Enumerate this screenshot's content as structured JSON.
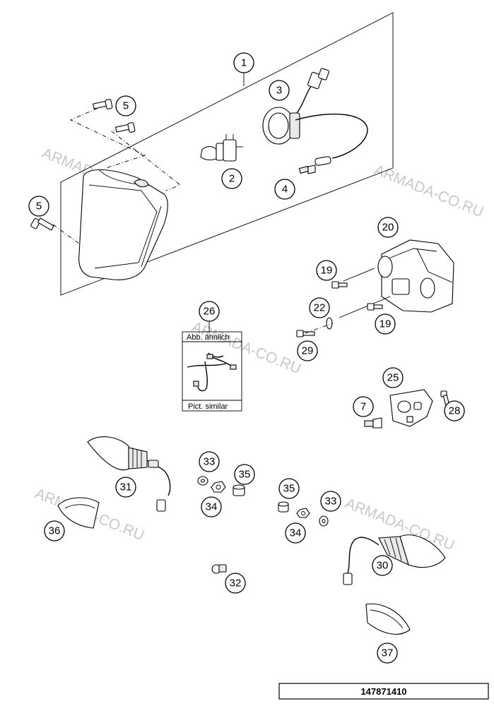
{
  "watermarks": [
    "ARMADA-CO.RU",
    "ARMADA-CO.RU",
    "ARMADA-CO.RU",
    "ARMADA-CO.RU",
    "ARMADA-CO.RU"
  ],
  "callouts": [
    "1",
    "2",
    "3",
    "4",
    "5",
    "5",
    "20",
    "19",
    "22",
    "19",
    "29",
    "26",
    "25",
    "7",
    "28",
    "31",
    "33",
    "35",
    "34",
    "36",
    "35",
    "33",
    "34",
    "30",
    "32",
    "37"
  ],
  "inset": {
    "top_label": "Abb. ähnlich",
    "bottom_label": "Pict. similar"
  },
  "drawing_number": "147871410"
}
